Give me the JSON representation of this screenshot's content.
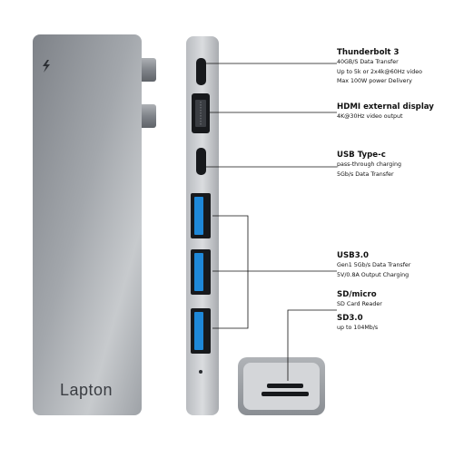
{
  "brand": {
    "name": "Lapton"
  },
  "colors": {
    "body": "#8c9096",
    "side": "#c9ccd0",
    "usb_blue": "#1e88d8",
    "line": "#111111"
  },
  "icons": {
    "thunderbolt": "lightning-bolt-icon"
  },
  "ports": [
    {
      "title": "Thunderbolt 3",
      "details": [
        "40GB/S Data Transfer",
        "Up to 5k or 2x4k@60Hz video",
        "Max 100W power Delivery"
      ]
    },
    {
      "title": "HDMI external display",
      "details": [
        "4K@30Hz video output"
      ]
    },
    {
      "title": "USB Type-c",
      "details": [
        "pass-through charging",
        "5Gb/s Data Transfer"
      ]
    },
    {
      "title": "USB3.0",
      "details": [
        "Gen1 5Gb/s Data Transfer",
        "5V/0.8A Output Charging"
      ]
    },
    {
      "title": "SD/micro",
      "details": [
        "SD Card Reader"
      ]
    },
    {
      "title": "SD3.0",
      "details": [
        "up to 104Mb/s"
      ]
    }
  ]
}
